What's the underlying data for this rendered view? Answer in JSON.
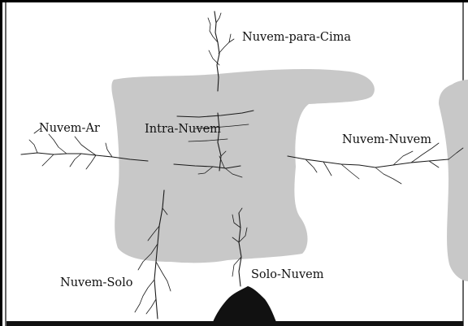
{
  "labels": {
    "cloud_to_air": "Nuvem-Ar",
    "intra_cloud": "Intra-Nuvem",
    "cloud_upward": "Nuvem-para-Cima",
    "cloud_to_cloud": "Nuvem-Nuvem",
    "cloud_to_ground": "Nuvem-Solo",
    "ground_to_cloud": "Solo-Nuvem"
  },
  "colors": {
    "cloud": "#c8c8c8",
    "lightning": "#1a1a1a",
    "ground": "#111111",
    "frame": "#000000"
  }
}
